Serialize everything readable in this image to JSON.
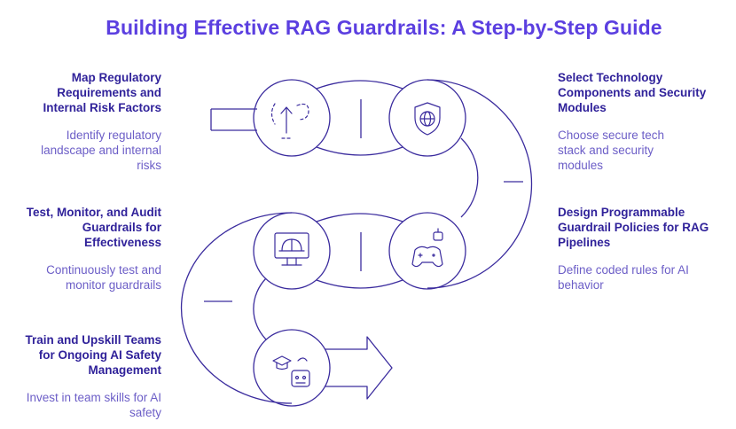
{
  "title": "Building Effective RAG Guardrails: A Step-by-Step Guide",
  "colors": {
    "accent": "#5b3fe0",
    "stroke": "#3b2c9e",
    "text_dark": "#30229a",
    "text_light": "#6c5ec7"
  },
  "steps": [
    {
      "title": "Map Regulatory Requirements and Internal Risk Factors",
      "description": "Identify regulatory landscape and internal risks",
      "icon": "arrow-up-cycle-icon"
    },
    {
      "title": "Select Technology Components and Security Modules",
      "description": "Choose secure tech stack and security modules",
      "icon": "globe-shield-icon"
    },
    {
      "title": "Design Programmable Guardrail Policies for RAG Pipelines",
      "description": "Define coded rules for AI behavior",
      "icon": "game-controller-robot-icon"
    },
    {
      "title": "Test, Monitor, and Audit Guardrails for Effectiveness",
      "description": "Continuously test and monitor guardrails",
      "icon": "monitor-hardhat-icon"
    },
    {
      "title": "Train and Upskill Teams for Ongoing AI Safety Management",
      "description": "Invest in team skills for AI safety",
      "icon": "robot-graduation-cap-icon"
    }
  ]
}
